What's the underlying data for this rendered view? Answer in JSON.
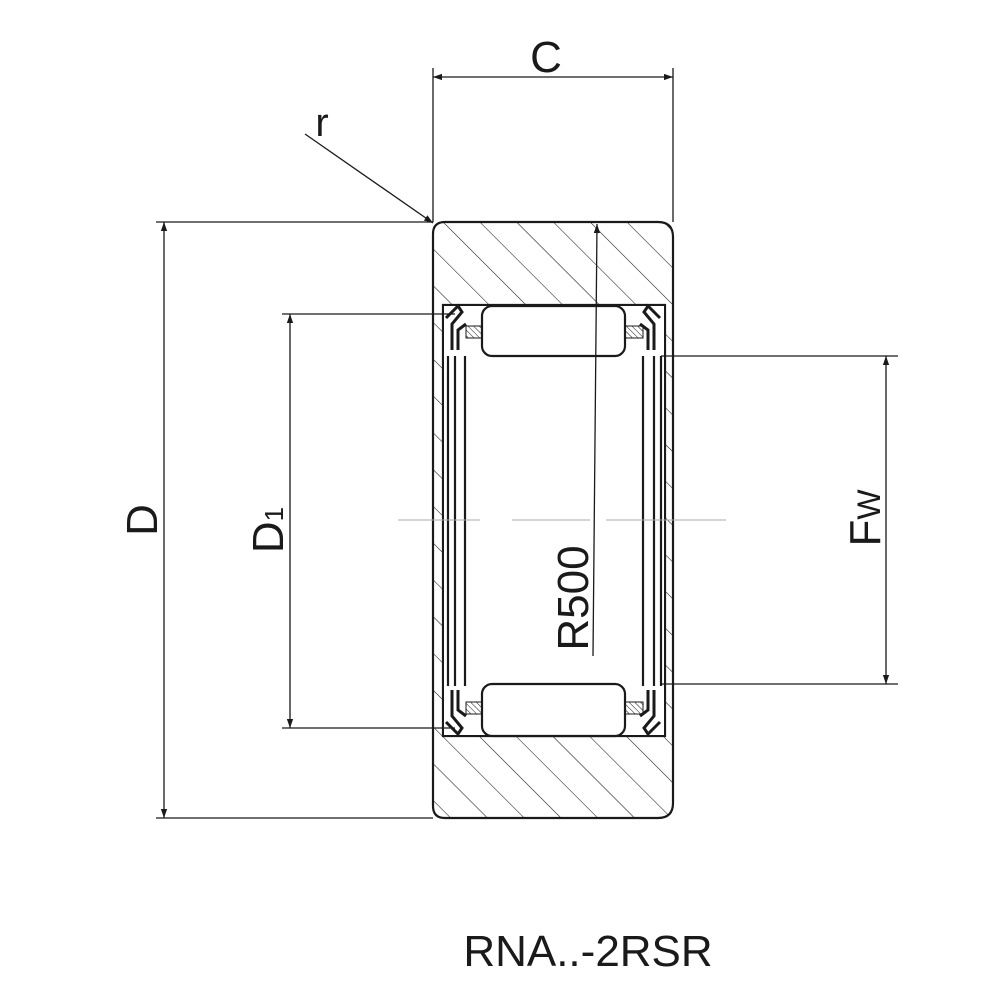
{
  "drawing": {
    "labels": {
      "c": "C",
      "r": "r",
      "d": "D",
      "d1_main": "D",
      "d1_sub": "1",
      "fw_main": "F",
      "fw_sub": "W",
      "radius": "R500"
    },
    "caption": "RNA..-2RSR"
  }
}
